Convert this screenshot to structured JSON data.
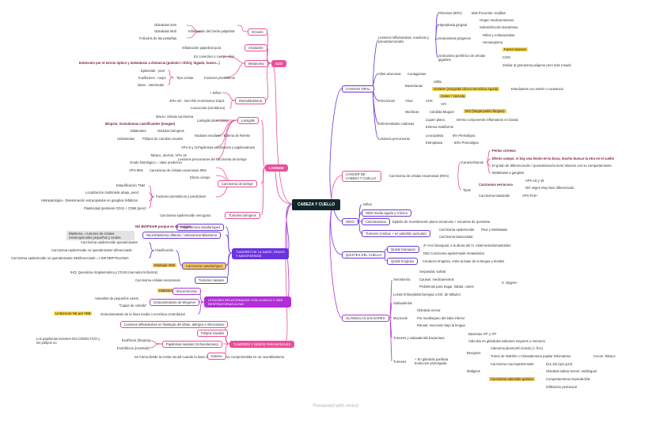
{
  "root": "CABEZA Y CUELLO",
  "footer": "Presented with xmind",
  "colors": {
    "pink": "#ec4f9a",
    "purple": "#6b33e0",
    "violet": "#b02fd6",
    "highlight": "#f6d54a",
    "root": "#10262a"
  },
  "ojo": {
    "title": "OJO",
    "orzuelo": "Orzuelo",
    "glandulas_zeis": "Glándulas Zeis",
    "glandulas_moll": "Glándulas Moll",
    "foliculos": "Folículos de las pestañas",
    "inflamacion_borde": "Inflamación del borde palpebral",
    "chalazion": "Chalazión",
    "inflamacion_palpebral": "Inflamación palpebral pura",
    "en_conectivo": "En conectivo o cuerpo ciliar",
    "melanoma": "Melanoma",
    "extension": "Extensión por el nervio óptico y metástasis a distancia (pulmón / riñón), hígado, hueso...)",
    "epiteloide": "Epiteloide - peor",
    "fusiformes": "Fusiformes - mejor",
    "mixto": "Mixto - intermedio",
    "tipo_celular": "Tipo celular",
    "factores_pronosticos": "Factores pronósticos",
    "retinoblastoma": "Retinoblastoma",
    "ninos": "+ Niños",
    "ad_gen": "40% AD - Gen RB cromosoma 13q14",
    "leucocoria": "Leucocoria (cat blanco)"
  },
  "laringe": {
    "title": "LARINGE",
    "laringitis_tb": "Laringitis tuberculosa",
    "laringitis": "Laringitis",
    "macro": "Macro: Simula carcinoma",
    "biopsia": "Biopsia: Granulomas caseificantes (Imagen)",
    "bilaterales": "Bilaterales",
    "nodulos_laringeos": "Nódulos laríngeos",
    "unilaterales": "Unilaterales",
    "polipos": "Pólipos de cuerdas vocales",
    "nodulos_reactivos": "Nódulos reactivos / Edema de Reinke",
    "vph": "VPH 6 y 11",
    "papilomas": "Papilomas escamosos y papilomatosis",
    "tabaco": "Tabaco, alcohol, VPH 16",
    "grado": "Grado histológico = Valor predictivo",
    "lesiones_precursoras": "Lesiones precursoras del carcinoma de laringe",
    "vph_95": "VPH 85%",
    "carcinoma_95": "Carcinoma de células escamosas 95%",
    "efecto_campo": "Efecto campo",
    "carcinoma_laringe": "Carcinoma de laringe",
    "estadificacion": "Estadificación TNM",
    "localizacion": "Localización (subtiroide abajo, peor)",
    "histopatologia": "Histopatología - Diseminación extracapsular en ganglios linfáticos",
    "plasticidad": "Plasticidad (positivos CD34 + CD68 (peor)",
    "factores_pronosticos": "Factores pronósticos y predictivos",
    "carcinoma_epidermoide": "Carcinoma epidermoide verrugoso",
    "tumores_laringeos": "Tumores laríngeos"
  },
  "tumores_nariz": {
    "title": "TUMORES DE LA NARIZ, SENOS Y NASOFARINGE",
    "angiofibroma": "Angiofibroma nasofaríngeo",
    "no_biopsiar": "NO BIOPSIAR porque es de sangre",
    "blastema": "Blastema = tumores de células mesenquimales pequeñas y azules",
    "neuroblastoma": "Neuroblastoma olfatorio / estesioneuroblastoma",
    "carcinoma_queratinizante": "Carcinoma epidermoide queratinizante",
    "carcinoma_no_queratinizante": "Carcinoma epidermoide no queratinizante diferenciado",
    "carcinoma_indiferenciado": "Carcinoma epidermoide no queratinizante INDiferenciado = LINFOEPITELIOMA",
    "clasificacion": "Clasificación",
    "etiologia": "Etiología VEB",
    "carcinoma_nasofaringeo": "Carcinoma nasofaríngeo",
    "ihq": "IHQ: Queratina citoplasmática y CD45 (marcador linfocitos)",
    "carcinoma_escamosa": "Carcinoma células escamosas",
    "tumores_nasales": "Tumores nasales"
  },
  "lesiones_boca": {
    "title": "LESIONES RELACIONADAS CON LA BOCA Y VÍAS RESPIRATORIAS ALTAS",
    "diabeticos": "Diabéticos e IRMN",
    "mucormicosis": "Mucormicosis",
    "vasculitis": "Vasculitis de pequeños vasos",
    "granulomatosis": "Granulomatosis de Wegener",
    "capas_cebolla": "\"Capas de cebolla\"",
    "linfoma": "Linfoma de NK por VEB",
    "granulomatosis_linea": "Granulomatosis de la línea media o necrótica centrofacial"
  },
  "tumores_paragang": {
    "title": "TUMORES Y SENOS PARANASALES",
    "lesiones_inflamatorias": "Lesiones inflamatorias en fisiología del olfato, alérgica e infecciosas",
    "polipos_nasales": "Pólipos nasales",
    "exofiticos": "Exofíticos (fúngico)",
    "papilomas_tejido": "Los papilomas invierten EN CONECTIVO y los pólipos no",
    "endofiticos": "Endofíticos (invertido)",
    "papilomas_nasales": "Papilomas nasales (Schneideriano)",
    "tumor_maligno": "Se forma desde la cresta neural cuando la base del cráneo se ve comprometida en un neuroblastoma",
    "estesio": "Estesio"
  },
  "cavidad_oral": {
    "title": "CAVIDAD ORAL",
    "lesiones_inflamatorias": "Lesiones inflamatorias, reactivas y pseudotumorales",
    "fibromas": "Fibromas (80%)",
    "mas_frecuente": "Más frecuente: mejillas",
    "hiperplasia": "Hiperplasia gingival",
    "origen": "Origen medicamentoso",
    "sobreinfeccion": "Sobreinfección bacteriana",
    "granulomas": "Granulomas piógenos",
    "ninos_embarazadas": "Niños y embarazadas",
    "hemangioma": "Hemangioma",
    "granuloma_celulas": "Granuloma periférico de células gigantes",
    "fiebre_maligna": "Partes blandas",
    "cgm": "CGM",
    "similar": "Similar al granuloma piógeno pero más rosado",
    "aftas": "Aftas ulcerosas",
    "contagiosas": "Contagiosas",
    "bacterianas": "Bacterianas",
    "sifilis": "Sífilis",
    "gunma": "GUNMA (Gingivitis Ulcero Necrótica Aguda)",
    "estudiantes": "Estudiantes con estrés o cansancio",
    "infecciones": "Infecciones",
    "virus": "Virus",
    "vhs": "VHS",
    "zoster": "Zoster / Varicela",
    "vih": "VIH",
    "micoticas": "Micóticas",
    "candida": "Cándida Muguet",
    "dx": "DIX (fungal patino fúngico)",
    "enfermedades_cutaneas": "Enfermedades cutáneas",
    "liquen": "Liquen plano",
    "denso": "Denso componente inflamatorio en banda",
    "eritema": "Eritema multiforme",
    "lesiones_precursoras": "Lesiones precursoras",
    "leucoplasia": "Leucoplasia",
    "pct_5": "5% Premaligna",
    "eritroplasia": "Eritroplasia",
    "pct_50": "50% Premaligna"
  },
  "cancer": {
    "title": "CÁNCER DE CABEZA Y CUELLO",
    "carcinoma": "Carcinoma de células escamosas (95%)",
    "caracteristicas": "Características",
    "perlas": "Perlas córneas",
    "efecto_campo": "Efecto campo: si hay una lesión en la boca, mucho buscar la otra en el cuello",
    "grado": "El grado de diferenciación / queratinización tiene relación con su comportamiento",
    "metastasis": "Metástasis a ganglios",
    "tipos": "Tipos",
    "carcinoma_verrucoso": "Carcinoma verrucoso",
    "vph": "VPH 16 y 18",
    "no_origen": "NO origen Muy bien diferenciado",
    "basaloide": "Carcinoma basaloide",
    "vph_pos": "VPH P16+"
  },
  "oido": {
    "title": "OÍDO",
    "nino": "Niños",
    "otitis": "Otitis media aguda y crónica",
    "colesteatoma": "Colesteatoma",
    "epitelio": "Epitelio de revestimiento plano escamoso + escamas de queratina",
    "tumores": "Tumores (Ambos + en pabellón auricular)",
    "carcinoma_epidermoide": "Carcinoma epidermoide",
    "peor": "Peor y Metástasis",
    "carcinoma_basocelular": "Carcinoma basocelular"
  },
  "quistes": {
    "title": "QUISTES DEL CUELLO",
    "quiste_branquial": "Quiste branquial",
    "arco": "2º Arco branquial, a la altura del m. esternocleidomastoideo",
    "dx_carcinoma": "DDx Carcinoma epidermoide metastásico",
    "quiste_tirogloso": "Quiste tirogloso",
    "conducto": "Conducto tirogloso, entre la base de la lengua y tiroides"
  },
  "glandulas": {
    "title": "GLÁNDULAS SALIVARES",
    "xerostomia": "Xerostomía",
    "seguedad": "Sequedad, salival",
    "causas": "Causas: medicamentos",
    "problemas": "Problemas para tragar, hablar, caries",
    "lesion": "Lesión linfoepitelial benigna o Enf. de Mikulicz",
    "sjogren": "S. Sjogren",
    "sialoadenitis": "Sialoadenitis",
    "mucocele": "Mucocele",
    "glandula_menor": "Glándula menor",
    "labio_inferior": "Por mordisqueo del labio inferior",
    "ranula": "Ránula: mucocele bajo la lengua",
    "tumores_sialoadenitis": "Tumores y sialoadenitis bacteriana",
    "bacterias": "Bacterias ITF y ITF",
    "calculos": "Cálculos en glándulas salivares mayores o menores",
    "tumores": "Tumores",
    "glandula_parotida": "+ En glándula parótida. Evolución prolongada",
    "benignos": "Benignos",
    "adenoma": "Adenoma pleomorfo (mixto) (+ frec)",
    "warthin": "Tumor de Warthin o Cistoadenoma papilar linfomatoso",
    "cocos": "Cocos: Tabaco",
    "malignos": "Malignos",
    "mucoepidermoide": "Carcinoma mucoepidermoide",
    "translocacion": "t(11;19) (q21;p13)",
    "glandula_submandibular": "Glándula salival menor: sublingual",
    "quistico": "Carcinoma adenoide quístico",
    "comportamiento": "Comportamiento impredecible",
    "infiltracion": "Infiltración perineural"
  }
}
